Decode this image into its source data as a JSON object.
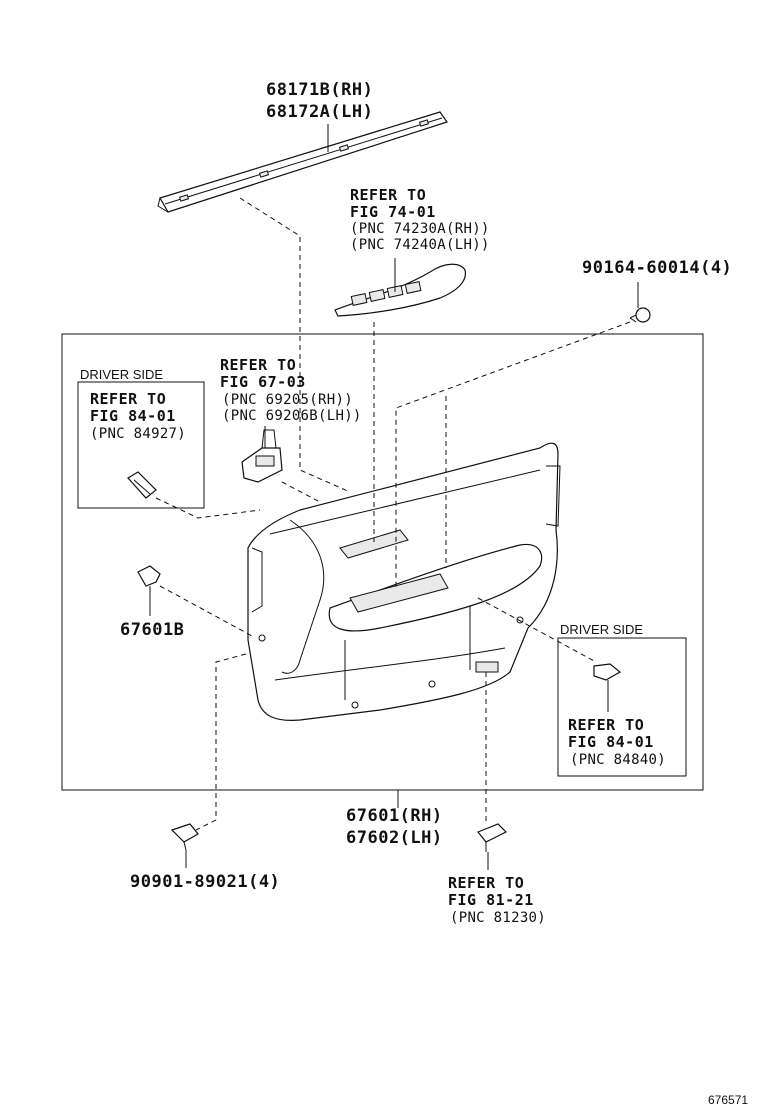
{
  "labels": {
    "belt_moulding_rh": "68171B(RH)",
    "belt_moulding_lh": "68172A(LH)",
    "switch_refer": "REFER TO",
    "switch_fig": "FIG 74-01",
    "switch_pnc_rh": "(PNC 74230A(RH))",
    "switch_pnc_lh": "(PNC 74240A(LH))",
    "screw": "90164-60014(4)",
    "left_driver_side": "DRIVER SIDE",
    "left_refer": "REFER TO",
    "left_fig": "FIG 84-01",
    "left_pnc": "(PNC 84927)",
    "handle_refer": "REFER TO",
    "handle_fig": "FIG 67-03",
    "handle_pnc_rh": "(PNC 69205(RH))",
    "handle_pnc_lh": "(PNC 69206B(LH))",
    "clip": "67601B",
    "right_driver_side": "DRIVER SIDE",
    "right_refer": "REFER TO",
    "right_fig": "FIG 84-01",
    "right_pnc": "(PNC 84840)",
    "panel_rh": "67601(RH)",
    "panel_lh": "67602(LH)",
    "clip_bottom": "90901-89021(4)",
    "lamp_refer": "REFER TO",
    "lamp_fig": "FIG 81-21",
    "lamp_pnc": "(PNC 81230)",
    "drawing_code": "676571"
  }
}
